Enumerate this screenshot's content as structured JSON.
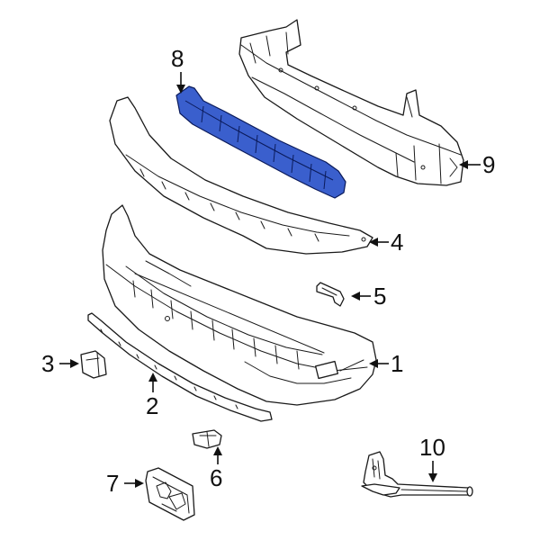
{
  "diagram": {
    "highlight_color": "#3a5fcd",
    "callouts": [
      {
        "id": "1",
        "label": "1"
      },
      {
        "id": "2",
        "label": "2"
      },
      {
        "id": "3",
        "label": "3"
      },
      {
        "id": "4",
        "label": "4"
      },
      {
        "id": "5",
        "label": "5"
      },
      {
        "id": "6",
        "label": "6"
      },
      {
        "id": "7",
        "label": "7"
      },
      {
        "id": "8",
        "label": "8"
      },
      {
        "id": "9",
        "label": "9"
      },
      {
        "id": "10",
        "label": "10"
      }
    ]
  }
}
